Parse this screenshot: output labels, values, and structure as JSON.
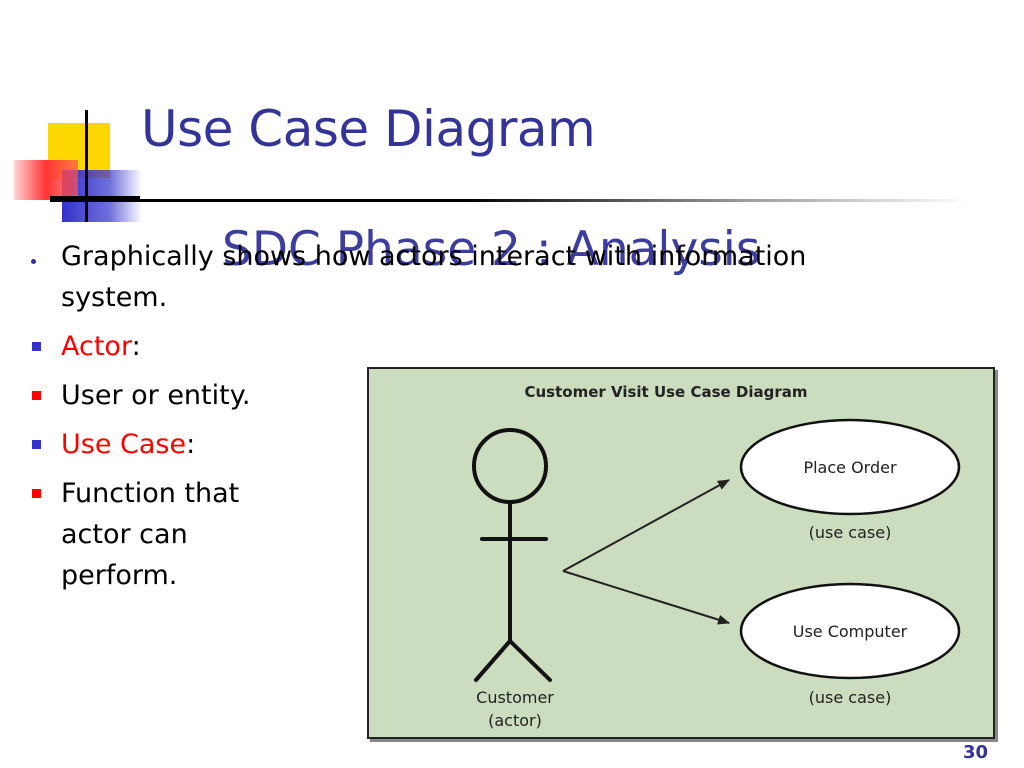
{
  "slide": {
    "title": "Use Case Diagram",
    "subtitle": "SDC Phase 2 : Analysis",
    "page_number": "30"
  },
  "bullets": [
    {
      "text": "Graphically shows how actors interact with  information system."
    },
    {
      "highlight": "Actor",
      "suffix": ":"
    },
    {
      "text": "User or entity."
    },
    {
      "highlight": "Use Case",
      "suffix": ":"
    },
    {
      "text": "Function that actor can perform."
    }
  ],
  "figure": {
    "title": "Customer Visit Use Case Diagram",
    "actor_name": "Customer",
    "actor_role": "(actor)",
    "use_cases": [
      {
        "label": "Place Order",
        "caption": "(use case)"
      },
      {
        "label": "Use Computer",
        "caption": "(use case)"
      }
    ]
  },
  "colors": {
    "title": "#333399",
    "highlight": "#ff0000",
    "figure_background": "#ccdcbe",
    "logo_yellow": "#ffd700",
    "logo_blue": "#3333cc",
    "logo_red": "#ff3333"
  }
}
